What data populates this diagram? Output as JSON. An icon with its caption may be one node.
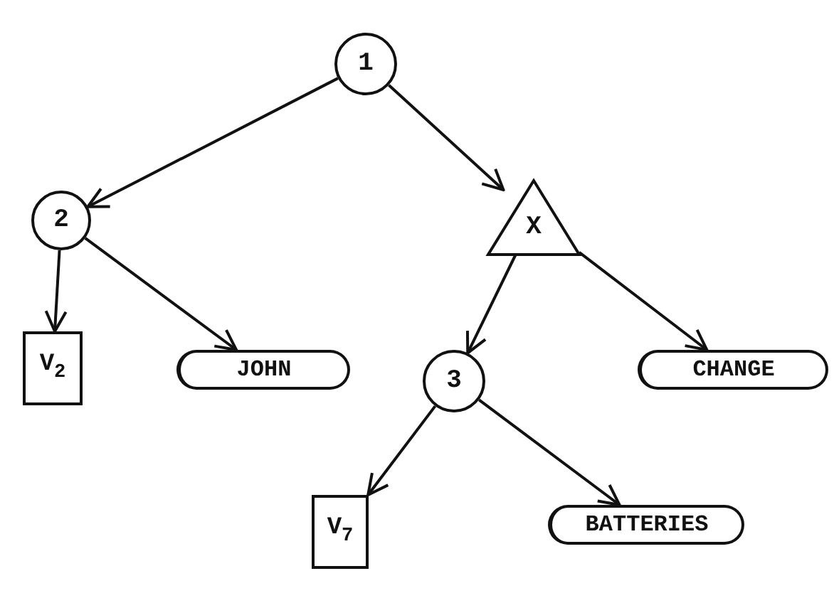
{
  "diagram": {
    "nodes": [
      {
        "text": [
          "1"
        ]
      },
      {
        "text": [
          "2"
        ]
      },
      {
        "text": [
          "X"
        ]
      },
      {
        "text": [
          "V$_{2}$"
        ]
      },
      {
        "text": [
          "JOHN"
        ]
      },
      {
        "text": [
          "3"
        ]
      },
      {
        "text": [
          "CHANGE"
        ]
      },
      {
        "text": [
          "V$_{7}$"
        ]
      },
      {
        "text": [
          "BATTERIES"
        ]
      }
    ],
    "edges": [
      {
        "from": 0,
        "to": 1,
        "arrow": "to"
      },
      {
        "from": 0,
        "to": 2,
        "arrow": "to"
      },
      {
        "from": 1,
        "to": 3,
        "arrow": "to"
      },
      {
        "from": 1,
        "to": 4,
        "arrow": "to"
      },
      {
        "from": 2,
        "to": 5,
        "arrow": "to"
      },
      {
        "from": 2,
        "to": 6,
        "arrow": "to"
      },
      {
        "from": 5,
        "to": 7,
        "arrow": "to"
      },
      {
        "from": 5,
        "to": 8,
        "arrow": "to"
      }
    ]
  }
}
